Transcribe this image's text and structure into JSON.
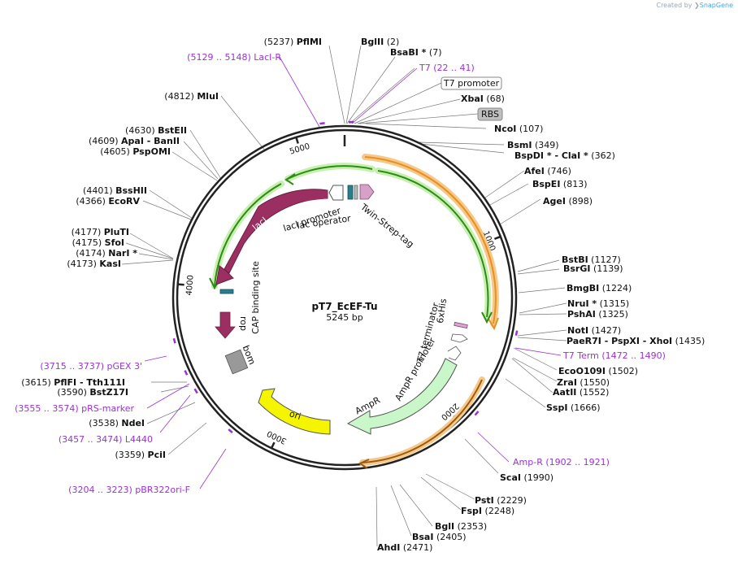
{
  "credit": {
    "prefix": "Created by",
    "brand": "SnapGene"
  },
  "plasmid": {
    "name": "pT7_EcEF-Tu",
    "size": "5245 bp",
    "length": 5245
  },
  "ticks": [
    {
      "label": "1000",
      "pos": 1000
    },
    {
      "label": "2000",
      "pos": 2000
    },
    {
      "label": "3000",
      "pos": 3000
    },
    {
      "label": "4000",
      "pos": 4000
    },
    {
      "label": "5000",
      "pos": 5000
    }
  ],
  "sites": [
    {
      "name": "PflMI",
      "num": "(5237)",
      "pos": 5237
    },
    {
      "name": "BglII",
      "num": "(2)",
      "pos": 2
    },
    {
      "name": "BsaBI *",
      "num": "(7)",
      "pos": 7
    },
    {
      "name": "XbaI",
      "num": "(68)",
      "pos": 68
    },
    {
      "name": "NcoI",
      "num": "(107)",
      "pos": 107
    },
    {
      "name": "BsmI",
      "num": "(349)",
      "pos": 349
    },
    {
      "name": "BspDI * - ClaI *",
      "num": "(362)",
      "pos": 362
    },
    {
      "name": "AfeI",
      "num": "(746)",
      "pos": 746
    },
    {
      "name": "BspEI",
      "num": "(813)",
      "pos": 813
    },
    {
      "name": "AgeI",
      "num": "(898)",
      "pos": 898
    },
    {
      "name": "BstBI",
      "num": "(1127)",
      "pos": 1127
    },
    {
      "name": "BsrGI",
      "num": "(1139)",
      "pos": 1139
    },
    {
      "name": "BmgBI",
      "num": "(1224)",
      "pos": 1224
    },
    {
      "name": "NruI *",
      "num": "(1315)",
      "pos": 1315
    },
    {
      "name": "PshAI",
      "num": "(1325)",
      "pos": 1325
    },
    {
      "name": "NotI",
      "num": "(1427)",
      "pos": 1427
    },
    {
      "name": "PaeR7I - PspXI - XhoI",
      "num": "(1435)",
      "pos": 1435
    },
    {
      "name": "EcoO109I",
      "num": "(1502)",
      "pos": 1502
    },
    {
      "name": "ZraI",
      "num": "(1550)",
      "pos": 1550
    },
    {
      "name": "AatII",
      "num": "(1552)",
      "pos": 1552
    },
    {
      "name": "SspI",
      "num": "(1666)",
      "pos": 1666
    },
    {
      "name": "ScaI",
      "num": "(1990)",
      "pos": 1990
    },
    {
      "name": "PstI",
      "num": "(2229)",
      "pos": 2229
    },
    {
      "name": "FspI",
      "num": "(2248)",
      "pos": 2248
    },
    {
      "name": "BglI",
      "num": "(2353)",
      "pos": 2353
    },
    {
      "name": "BsaI",
      "num": "(2405)",
      "pos": 2405
    },
    {
      "name": "AhdI",
      "num": "(2471)",
      "pos": 2471
    },
    {
      "name": "MluI",
      "num": "(4812)",
      "pos": 4812
    },
    {
      "name": "BstEII",
      "num": "(4630)",
      "pos": 4630
    },
    {
      "name": "ApaI - BanII",
      "num": "(4609)",
      "pos": 4609
    },
    {
      "name": "PspOMI",
      "num": "(4605)",
      "pos": 4605
    },
    {
      "name": "BssHII",
      "num": "(4401)",
      "pos": 4401
    },
    {
      "name": "EcoRV",
      "num": "(4366)",
      "pos": 4366
    },
    {
      "name": "PluTI",
      "num": "(4177)",
      "pos": 4177
    },
    {
      "name": "SfoI",
      "num": "(4175)",
      "pos": 4175
    },
    {
      "name": "NarI *",
      "num": "(4174)",
      "pos": 4174
    },
    {
      "name": "KasI",
      "num": "(4173)",
      "pos": 4173
    },
    {
      "name": "PflFI - Tth111I",
      "num": "(3615)",
      "pos": 3615
    },
    {
      "name": "BstZ17I",
      "num": "(3590)",
      "pos": 3590
    },
    {
      "name": "NdeI",
      "num": "(3538)",
      "pos": 3538
    },
    {
      "name": "PciI",
      "num": "(3359)",
      "pos": 3359
    }
  ],
  "primers": [
    {
      "label": "(5129 .. 5148)  LacI-R",
      "start": 5129,
      "end": 5148
    },
    {
      "label": "T7   (22 .. 41)",
      "start": 22,
      "end": 41
    },
    {
      "label": "T7 Term   (1472 .. 1490)",
      "start": 1472,
      "end": 1490
    },
    {
      "label": "Amp-R   (1902 .. 1921)",
      "start": 1902,
      "end": 1921
    },
    {
      "label": "(3715 .. 3737)  pGEX 3'",
      "start": 3715,
      "end": 3737
    },
    {
      "label": "(3555 .. 3574)  pRS-marker",
      "start": 3555,
      "end": 3574
    },
    {
      "label": "(3457 .. 3474)  L4440",
      "start": 3457,
      "end": 3474
    },
    {
      "label": "(3204 .. 3223)  pBR322ori-F",
      "start": 3204,
      "end": 3223
    }
  ],
  "boxed_labels": [
    {
      "text": "T7 promoter",
      "style": "outline"
    },
    {
      "text": "RBS",
      "style": "grey"
    }
  ],
  "features": [
    {
      "label": "Twin-Strep-tag"
    },
    {
      "label": "lac operator"
    },
    {
      "label": "lacI promoter"
    },
    {
      "label": "lacI"
    },
    {
      "label": "CAP binding site"
    },
    {
      "label": "rop"
    },
    {
      "label": "bom"
    },
    {
      "label": "ori"
    },
    {
      "label": "AmpR"
    },
    {
      "label": "AmpR promoter"
    },
    {
      "label": "T7 terminator"
    },
    {
      "label": "6xHis"
    }
  ],
  "colors": {
    "primer": "#9b30d9",
    "cds_orange": "#f0a030",
    "green_arc": "#3a9a1e",
    "lacI": "#9b2f62",
    "ori": "#f5f500",
    "ampR": "#c9f7c9",
    "backbone": "#222222"
  }
}
